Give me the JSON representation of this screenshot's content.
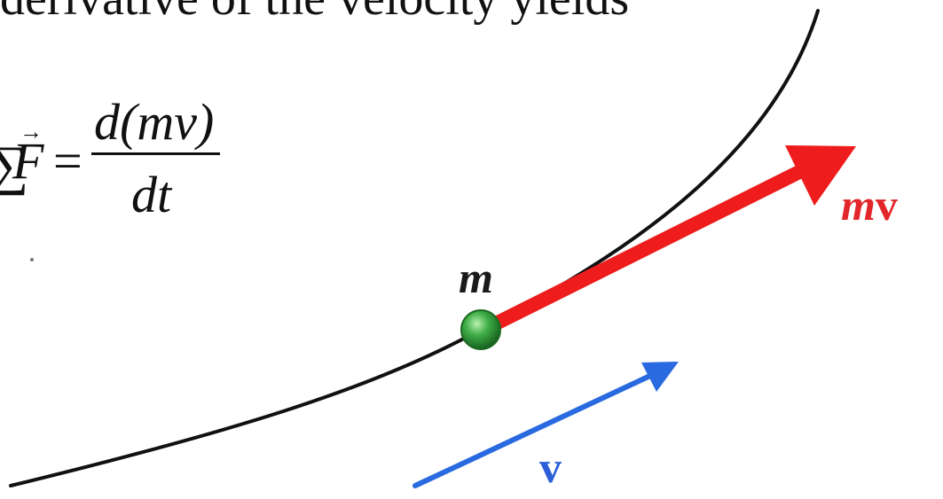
{
  "header": {
    "text": "derivative of the velocity yields"
  },
  "equation": {
    "sum_symbol": "∑",
    "lhs": "F",
    "arrow": "→",
    "equals": "=",
    "numerator": "d(mv)",
    "denominator": "dt"
  },
  "labels": {
    "mass": "m",
    "momentum_m": "m",
    "momentum_v": "v",
    "velocity": "v"
  },
  "colors": {
    "trajectory": "#111111",
    "momentum_arrow": "#ee1c1c",
    "velocity_arrow": "#2a6ae0",
    "particle": "#2e8b3a"
  }
}
